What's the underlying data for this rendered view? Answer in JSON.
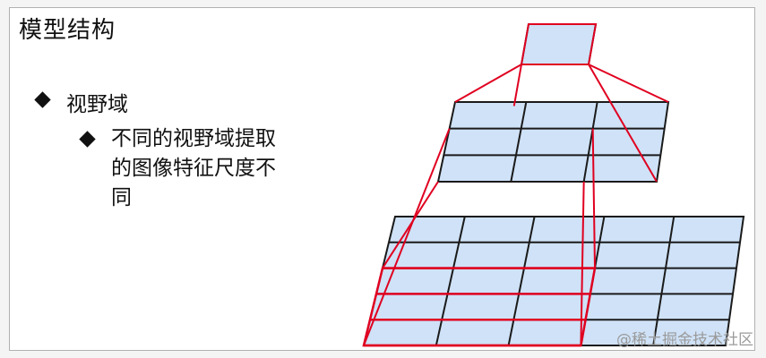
{
  "slide": {
    "title": "模型结构",
    "bullets": [
      {
        "level": 1,
        "text": "视野域"
      },
      {
        "level": 2,
        "text": "不同的视野域提取的图像特征尺度不同"
      }
    ],
    "watermark": "@稀土掘金技术社区"
  },
  "diagram": {
    "layers": [
      {
        "name": "top-cell",
        "rows": 1,
        "cols": 1
      },
      {
        "name": "middle-grid",
        "rows": 3,
        "cols": 3
      },
      {
        "name": "bottom-grid",
        "rows": 5,
        "cols": 5
      }
    ],
    "receptive_field_color": "#e00020",
    "cell_fill": "#cfe2f7",
    "grid_line_color": "#1a1a1a"
  }
}
